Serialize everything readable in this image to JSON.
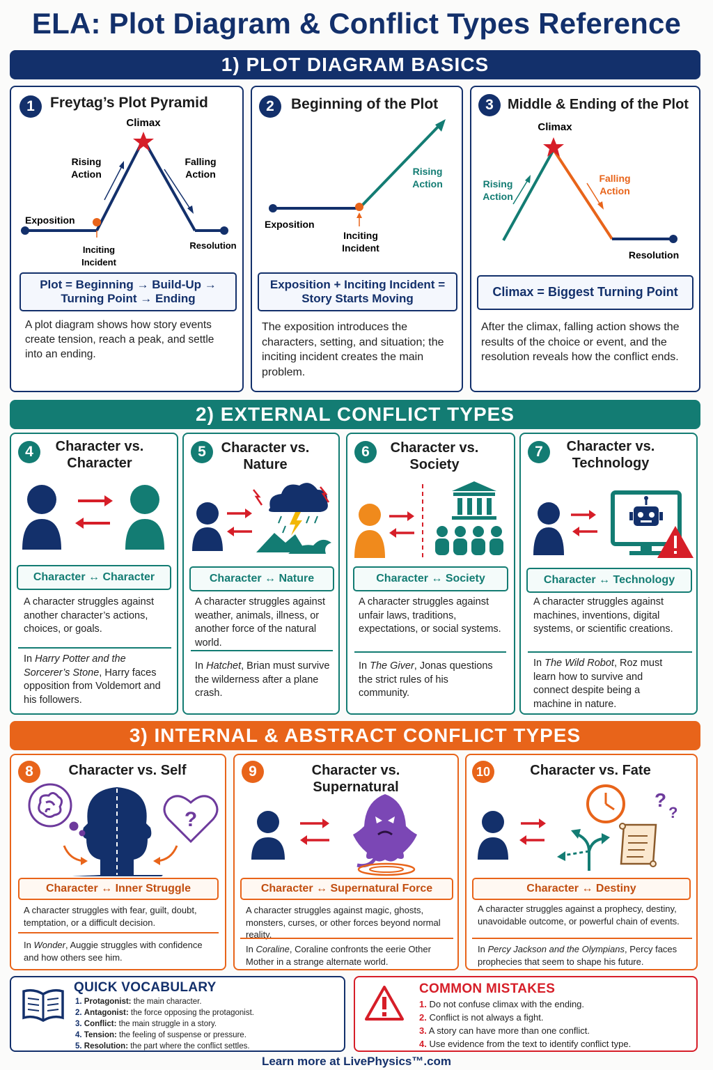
{
  "page_title": "ELA: Plot Diagram & Conflict Types Reference",
  "sections": [
    {
      "heading": "1) PLOT DIAGRAM BASICS"
    },
    {
      "heading": "2) EXTERNAL CONFLICT TYPES"
    },
    {
      "heading": "3) INTERNAL & ABSTRACT CONFLICT TYPES"
    }
  ],
  "plot_cards": [
    {
      "number": "1",
      "title": "Freytag’s Plot Pyramid",
      "diagram": {
        "climax": "Climax",
        "rising_1": "Rising",
        "rising_2": "Action",
        "falling_1": "Falling",
        "falling_2": "Action",
        "exposition": "Exposition",
        "inciting_1": "Inciting",
        "inciting_2": "Incident",
        "resolution": "Resolution"
      },
      "formula_line1": "Plot = Beginning → Build-Up →",
      "formula_line2": "Turning Point → Ending",
      "description": "A plot diagram shows how story events create tension, reach a peak, and settle into an ending."
    },
    {
      "number": "2",
      "title": "Beginning of the Plot",
      "diagram": {
        "exposition": "Exposition",
        "inciting_1": "Inciting",
        "inciting_2": "Incident",
        "rising_1": "Rising",
        "rising_2": "Action"
      },
      "formula_line1": "Exposition + Inciting Incident =",
      "formula_line2": "Story Starts Moving",
      "description": "The exposition introduces the characters, setting, and situation; the inciting incident creates the main problem."
    },
    {
      "number": "3",
      "title": "Middle & Ending of the Plot",
      "diagram": {
        "climax": "Climax",
        "rising_1": "Rising",
        "rising_2": "Action",
        "falling_1": "Falling",
        "falling_2": "Action",
        "resolution": "Resolution"
      },
      "formula_line1": "Climax = Biggest Turning Point",
      "description": "After the climax, falling action shows the results of the choice or event, and the resolution reveals how the conflict ends."
    }
  ],
  "external_cards": [
    {
      "number": "4",
      "title_line1": "Character vs.",
      "title_line2": "Character",
      "formula": "Character ↔ Character",
      "description": "A character struggles against another character’s actions, choices, or goals.",
      "example_prefix": "In ",
      "example_title": "Harry Potter and the Sorcerer’s Stone",
      "example_suffix": ", Harry faces opposition from Voldemort and his followers."
    },
    {
      "number": "5",
      "title_line1": "Character vs.",
      "title_line2": "Nature",
      "formula": "Character ↔ Nature",
      "description": "A character struggles against weather, animals, illness, or another force of the natural world.",
      "example_prefix": "In ",
      "example_title": "Hatchet",
      "example_suffix": ", Brian must survive the wilderness after a plane crash."
    },
    {
      "number": "6",
      "title_line1": "Character vs.",
      "title_line2": "Society",
      "formula": "Character ↔ Society",
      "description": "A character struggles against unfair laws, traditions, expectations, or social systems.",
      "example_prefix": "In ",
      "example_title": "The Giver",
      "example_suffix": ", Jonas questions the strict rules of his community."
    },
    {
      "number": "7",
      "title_line1": "Character vs.",
      "title_line2": "Technology",
      "formula": "Character ↔ Technology",
      "description": "A character struggles against machines, inventions, digital systems, or scientific creations.",
      "example_prefix": "In ",
      "example_title": "The Wild Robot",
      "example_suffix": ", Roz must learn how to survive and connect despite being a machine in nature."
    }
  ],
  "internal_cards": [
    {
      "number": "8",
      "title": "Character vs. Self",
      "formula": "Character ↔ Inner Struggle",
      "description": "A character struggles with fear, guilt, doubt, temptation, or a difficult decision.",
      "example_prefix": "In ",
      "example_title": "Wonder",
      "example_suffix": ", Auggie struggles with confidence and how others see him."
    },
    {
      "number": "9",
      "title": "Character vs. Supernatural",
      "formula": "Character ↔ Supernatural Force",
      "description": "A character struggles against magic, ghosts, monsters, curses, or other forces beyond normal reality.",
      "example_prefix": "In ",
      "example_title": "Coraline",
      "example_suffix": ", Coraline confronts the eerie Other Mother in a strange alternate world."
    },
    {
      "number": "10",
      "title": "Character vs. Fate",
      "formula": "Character ↔ Destiny",
      "description": "A character struggles against a prophecy, destiny, unavoidable outcome, or powerful chain of events.",
      "example_prefix": "In ",
      "example_title": "Percy Jackson and the Olympians",
      "example_suffix": ", Percy faces prophecies that seem to shape his future."
    }
  ],
  "vocabulary": {
    "title": "QUICK VOCABULARY",
    "items": [
      {
        "n": "1.",
        "term": "Protagonist:",
        "def": " the main character."
      },
      {
        "n": "2.",
        "term": "Antagonist:",
        "def": " the force opposing the protagonist."
      },
      {
        "n": "3.",
        "term": "Conflict:",
        "def": " the main struggle in a story."
      },
      {
        "n": "4.",
        "term": "Tension:",
        "def": " the feeling of suspense or pressure."
      },
      {
        "n": "5.",
        "term": "Resolution:",
        "def": " the part where the conflict settles."
      }
    ]
  },
  "mistakes": {
    "title": "COMMON MISTAKES",
    "items": [
      {
        "n": "1.",
        "text": " Do not confuse climax with the ending."
      },
      {
        "n": "2.",
        "text": " Conflict is not always a fight."
      },
      {
        "n": "3.",
        "text": " A story can have more than one conflict."
      },
      {
        "n": "4.",
        "text": " Use evidence from the text to identify conflict type."
      }
    ]
  },
  "footer": "Learn more at LivePhysics™.com",
  "colors": {
    "navy": "#13306b",
    "teal": "#137c73",
    "orange": "#e8641a",
    "red": "#d61e28",
    "purple": "#6d3a9c"
  },
  "icons": [
    "book-icon",
    "warning-icon",
    "person-icon",
    "storm-icon",
    "government-building-icon",
    "robot-monitor-icon",
    "head-silhouette-icon",
    "brain-icon",
    "heart-question-icon",
    "ghost-icon",
    "clock-icon",
    "scroll-icon",
    "branching-arrows-icon",
    "star-icon"
  ]
}
